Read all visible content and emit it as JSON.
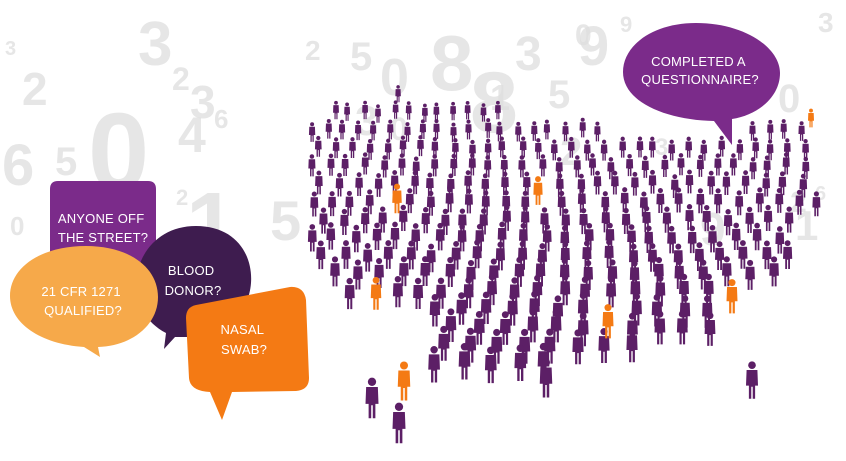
{
  "colors": {
    "purple": "#5c1f66",
    "bubble_purple": "#7b2b8a",
    "dark_purple": "#3e1c4f",
    "orange": "#f47a14",
    "light_orange": "#f6a94a",
    "digit_gray": "#dedede"
  },
  "background_digits": [
    "3",
    "2",
    "6",
    "5",
    "0",
    "3",
    "2",
    "3",
    "4",
    "6",
    "1",
    "2",
    "0",
    "2",
    "5",
    "0",
    "3",
    "0",
    "8",
    "8",
    "1",
    "3",
    "5",
    "9",
    "0",
    "9",
    "5",
    "0",
    "2",
    "3",
    "1",
    "5",
    "9",
    "2",
    "3",
    "6"
  ],
  "crowd": {
    "icon": "person-icon",
    "highlight_icon": "person-highlight-icon"
  },
  "bubbles": [
    {
      "key": "street",
      "lines": [
        "ANYONE OFF",
        "THE STREET?"
      ]
    },
    {
      "key": "cfr",
      "lines": [
        "21 CFR 1271",
        "QUALIFIED?"
      ]
    },
    {
      "key": "blood",
      "lines": [
        "BLOOD",
        "DONOR?"
      ]
    },
    {
      "key": "nasal",
      "lines": [
        "NASAL",
        "SWAB?"
      ]
    },
    {
      "key": "questionnaire",
      "lines": [
        "COMPLETED A",
        "QUESTIONNAIRE?"
      ]
    }
  ]
}
